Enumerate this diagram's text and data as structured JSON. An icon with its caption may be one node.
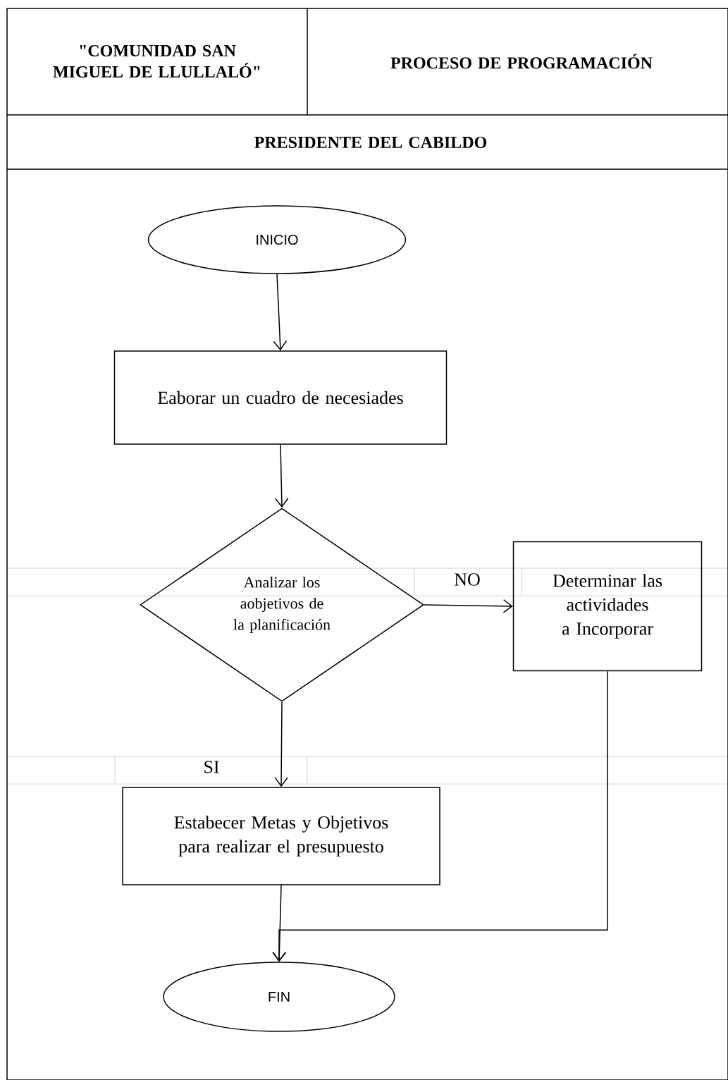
{
  "diagram": {
    "nodes": [
      {
        "text": [
          "INICIO"
        ]
      },
      {
        "text": [
          "Eaborar un cuadro de necesiades"
        ]
      },
      {
        "text": [
          "Analizar los aobjetivos de la planificación"
        ]
      },
      {
        "text": [
          "Determinar las actividades a Incorporar"
        ]
      },
      {
        "text": [
          "Estabecer Metas y Objetivos para realizar el presupuesto"
        ]
      },
      {
        "text": [
          "FIN"
        ]
      }
    ],
    "edges": [
      {
        "from": 0,
        "to": 1,
        "arrow": "to"
      },
      {
        "from": 1,
        "to": 2,
        "arrow": "to"
      },
      {
        "from": 2,
        "to": 3,
        "arrow": "to",
        "label": "NO"
      },
      {
        "from": 2,
        "to": 4,
        "arrow": "to",
        "label": "SI"
      },
      {
        "from": 4,
        "to": 5,
        "arrow": "to"
      },
      {
        "from": 3,
        "to": 5,
        "arrow": "to"
      }
    ],
    "labels": [
      "\"COMUNIDAD SAN MIGUEL DE LLULLALÓ\"",
      "PROCESO DE PROGRAMACIÓN",
      "PRESIDENTE DEL CABILDO"
    ]
  }
}
